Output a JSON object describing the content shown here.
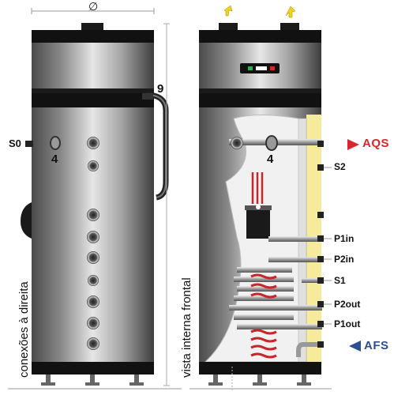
{
  "labels": {
    "diameter": "∅",
    "s0": "S0",
    "four_left": "4",
    "nine": "9",
    "four_right": "4",
    "aqs": "AQS",
    "s2": "S2",
    "p1in": "P1in",
    "p2in": "P2in",
    "s1": "S1",
    "p2out": "P2out",
    "p1out": "P1out",
    "afs": "AFS",
    "left_caption": "conexões à direita",
    "right_caption": "vista interna frontal"
  },
  "colors": {
    "tank_mid": "#d8d8d8",
    "tank_dark": "#3a3a3a",
    "band": "#111111",
    "insulation": "#f6eb9a",
    "interior": "#f1f1f1",
    "coil_red": "#c8252c",
    "arrow_red": "#d9262c",
    "arrow_blue": "#2e4f8f",
    "port_yellow": "#f2d21a"
  }
}
